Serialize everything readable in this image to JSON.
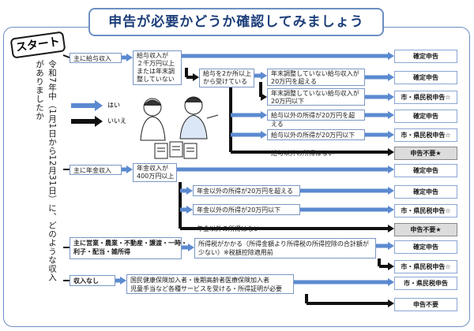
{
  "title": "申告が必要かどうか確認してみましょう",
  "start_label": "スタート",
  "period_question": "令和7年中（1月1日から12月31日）に、どのような収入がありましたか",
  "legend": {
    "yes": "はい",
    "no": "いいえ"
  },
  "colors": {
    "yes_arrow": "#5b8ad0",
    "no_arrow": "#111111",
    "frame": "#6c8fc3",
    "title_text": "#1d3f7a"
  },
  "branches": {
    "salary": {
      "label": "主に給与収入",
      "q1": "給与収入が\n２千万円以上\nまたは年末調\n整していない",
      "q2": "給与を2か所以上\nから受けている",
      "q3": "年末調整していない給与収入が\n20万円を超える",
      "q4": "年末調整していない給与収入が\n20万円以下",
      "q5": "給与以外の所得が20万円を超える",
      "q6": "給与以外の所得が20万円以下",
      "q7": "給与以外の所得はない"
    },
    "pension": {
      "label": "主に年金収入",
      "q1": "年金収入が\n400万円以上",
      "q2": "年金以外の所得が20万円を超える",
      "q3": "年金以外の所得が20万円以下",
      "q4": "年金以外の所得はない"
    },
    "business": {
      "label": "主に営業・農業・不動産・譲渡・一時・\n利子・配当・雑所得",
      "q1": "所得税がかかる（所得金額より所得税の所得控除の合計額が\n少ない）※税額控除適用前"
    },
    "none": {
      "label": "収入なし",
      "q1": "国民健康保険加入者・後期高齢者医療保険加入者\n児童手当など各種サービスを受ける・所得証明が必要"
    }
  },
  "results": [
    {
      "text": "確定申告"
    },
    {
      "text": "確定申告"
    },
    {
      "text": "市・県民税申告☆"
    },
    {
      "text": "確定申告"
    },
    {
      "text": "市・県民税申告☆"
    },
    {
      "text": "申告不要★"
    },
    {
      "text": "確定申告"
    },
    {
      "text": "確定申告"
    },
    {
      "text": "市・県民税申告☆"
    },
    {
      "text": "申告不要★"
    },
    {
      "text": "確定申告"
    },
    {
      "text": "市・県民税申告☆"
    },
    {
      "text": "市・県民税申告"
    },
    {
      "text": "申告不要"
    }
  ]
}
